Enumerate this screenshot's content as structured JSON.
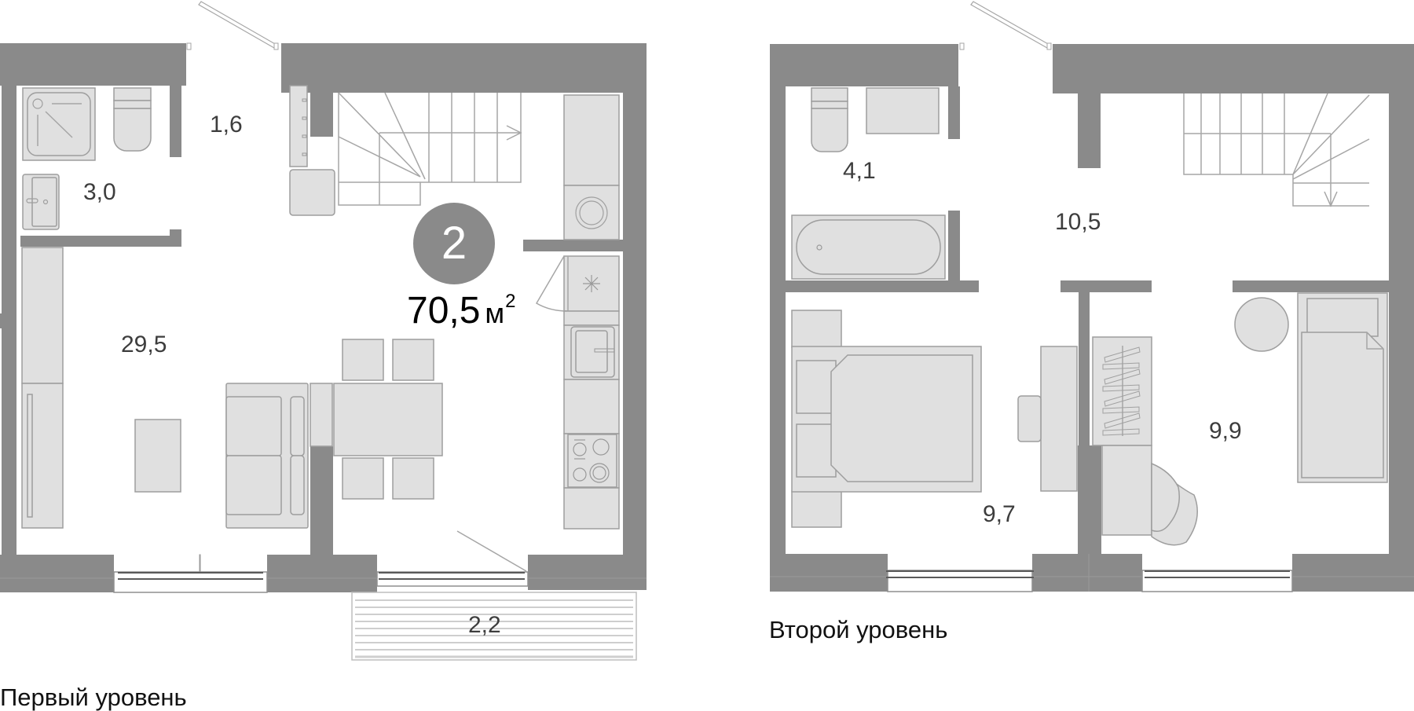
{
  "apartment": {
    "rooms_count": "2",
    "total_area": "70,5",
    "total_area_unit": "м",
    "total_area_unit_power": "2"
  },
  "levels": [
    {
      "label": "Первый уровень",
      "rooms": [
        {
          "name": "bathroom",
          "area": "3,0"
        },
        {
          "name": "hallway",
          "area": "1,6"
        },
        {
          "name": "living-kitchen",
          "area": "29,5"
        },
        {
          "name": "balcony",
          "area": "2,2"
        }
      ]
    },
    {
      "label": "Второй уровень",
      "rooms": [
        {
          "name": "bathroom",
          "area": "4,1"
        },
        {
          "name": "hall",
          "area": "10,5"
        },
        {
          "name": "bedroom",
          "area": "9,7"
        },
        {
          "name": "bedroom-2",
          "area": "9,9"
        }
      ]
    }
  ],
  "colors": {
    "wall": "#8a8a8a",
    "furniture": "#e0e0e0",
    "label_text": "#3d3d3d",
    "badge_text": "#ffffff"
  }
}
